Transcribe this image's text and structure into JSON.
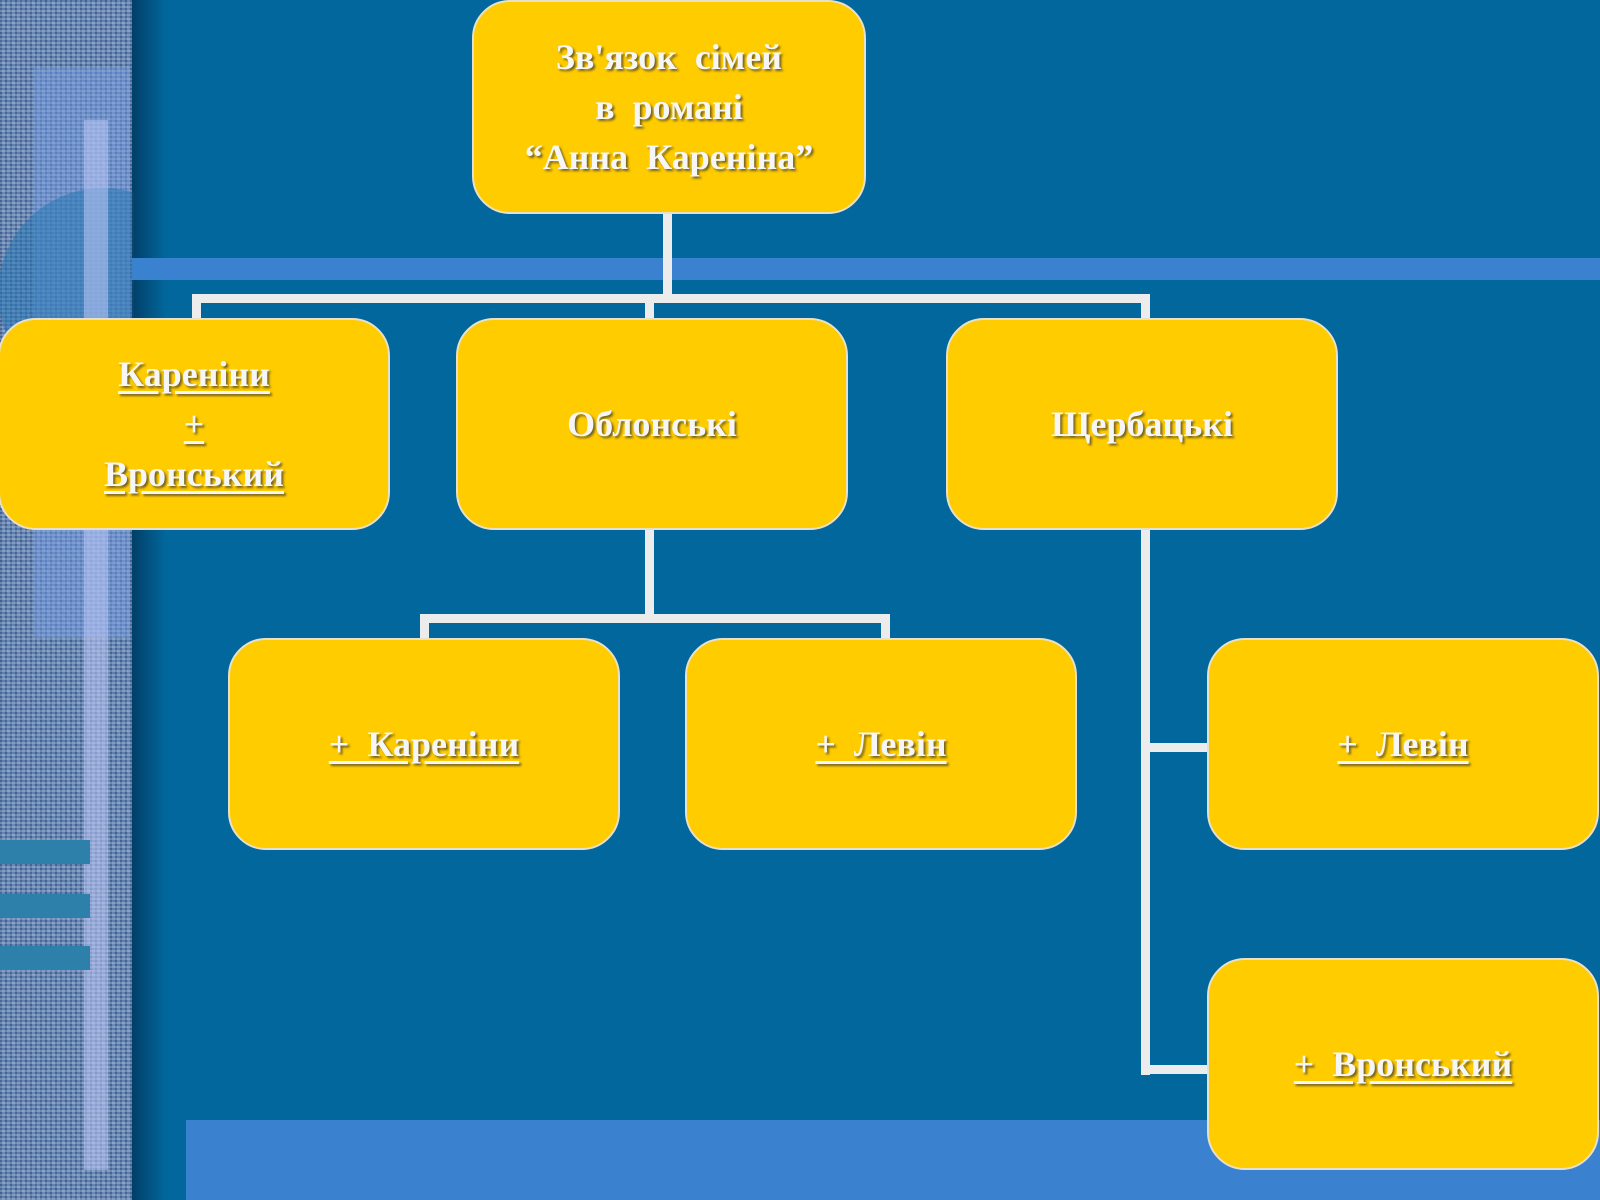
{
  "diagram": {
    "root": {
      "lines": [
        "Зв'язок  сімей",
        "в  романі",
        "“Анна  Кареніна”"
      ]
    },
    "level1": [
      {
        "lines": [
          "Кареніни",
          "+",
          "Вронський"
        ],
        "hyperlink": true
      },
      {
        "lines": [
          "Облонські"
        ],
        "hyperlink": false
      },
      {
        "lines": [
          "Щербацькі"
        ],
        "hyperlink": false
      }
    ],
    "oblonski_children": [
      {
        "label": "+  Кареніни",
        "hyperlink": true
      },
      {
        "label": "+  Левін",
        "hyperlink": true
      }
    ],
    "shcherbatski_children": [
      {
        "label": "+  Левін",
        "hyperlink": true
      },
      {
        "label": "+  Вронський",
        "hyperlink": true
      }
    ]
  },
  "colors": {
    "background": "#02679c",
    "box_fill": "#ffcc00",
    "box_text": "#f6f6f6",
    "connector": "#ececec",
    "accent_band": "#3a82cf"
  }
}
